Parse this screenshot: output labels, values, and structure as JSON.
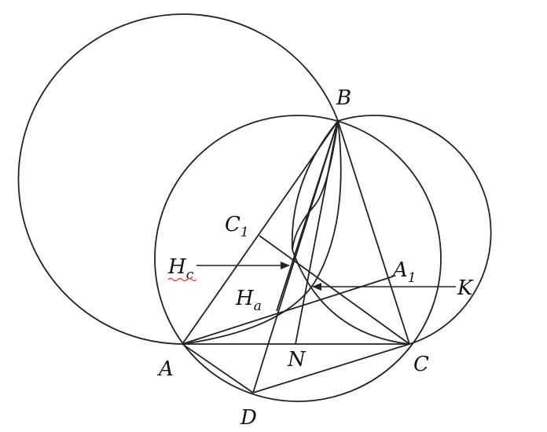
{
  "figure": {
    "points": {
      "A": {
        "base": "A",
        "sub": ""
      },
      "B": {
        "base": "B",
        "sub": ""
      },
      "C": {
        "base": "C",
        "sub": ""
      },
      "D": {
        "base": "D",
        "sub": ""
      },
      "N": {
        "base": "N",
        "sub": ""
      },
      "K": {
        "base": "K",
        "sub": ""
      },
      "C1": {
        "base": "C",
        "sub": "1"
      },
      "A1": {
        "base": "A",
        "sub": "1"
      },
      "Hc": {
        "base": "H",
        "sub": "c"
      },
      "Ha": {
        "base": "H",
        "sub": "a"
      }
    },
    "colors": {
      "stroke": "#222222",
      "text": "#111111",
      "spell_underline": "#d9302a"
    }
  }
}
